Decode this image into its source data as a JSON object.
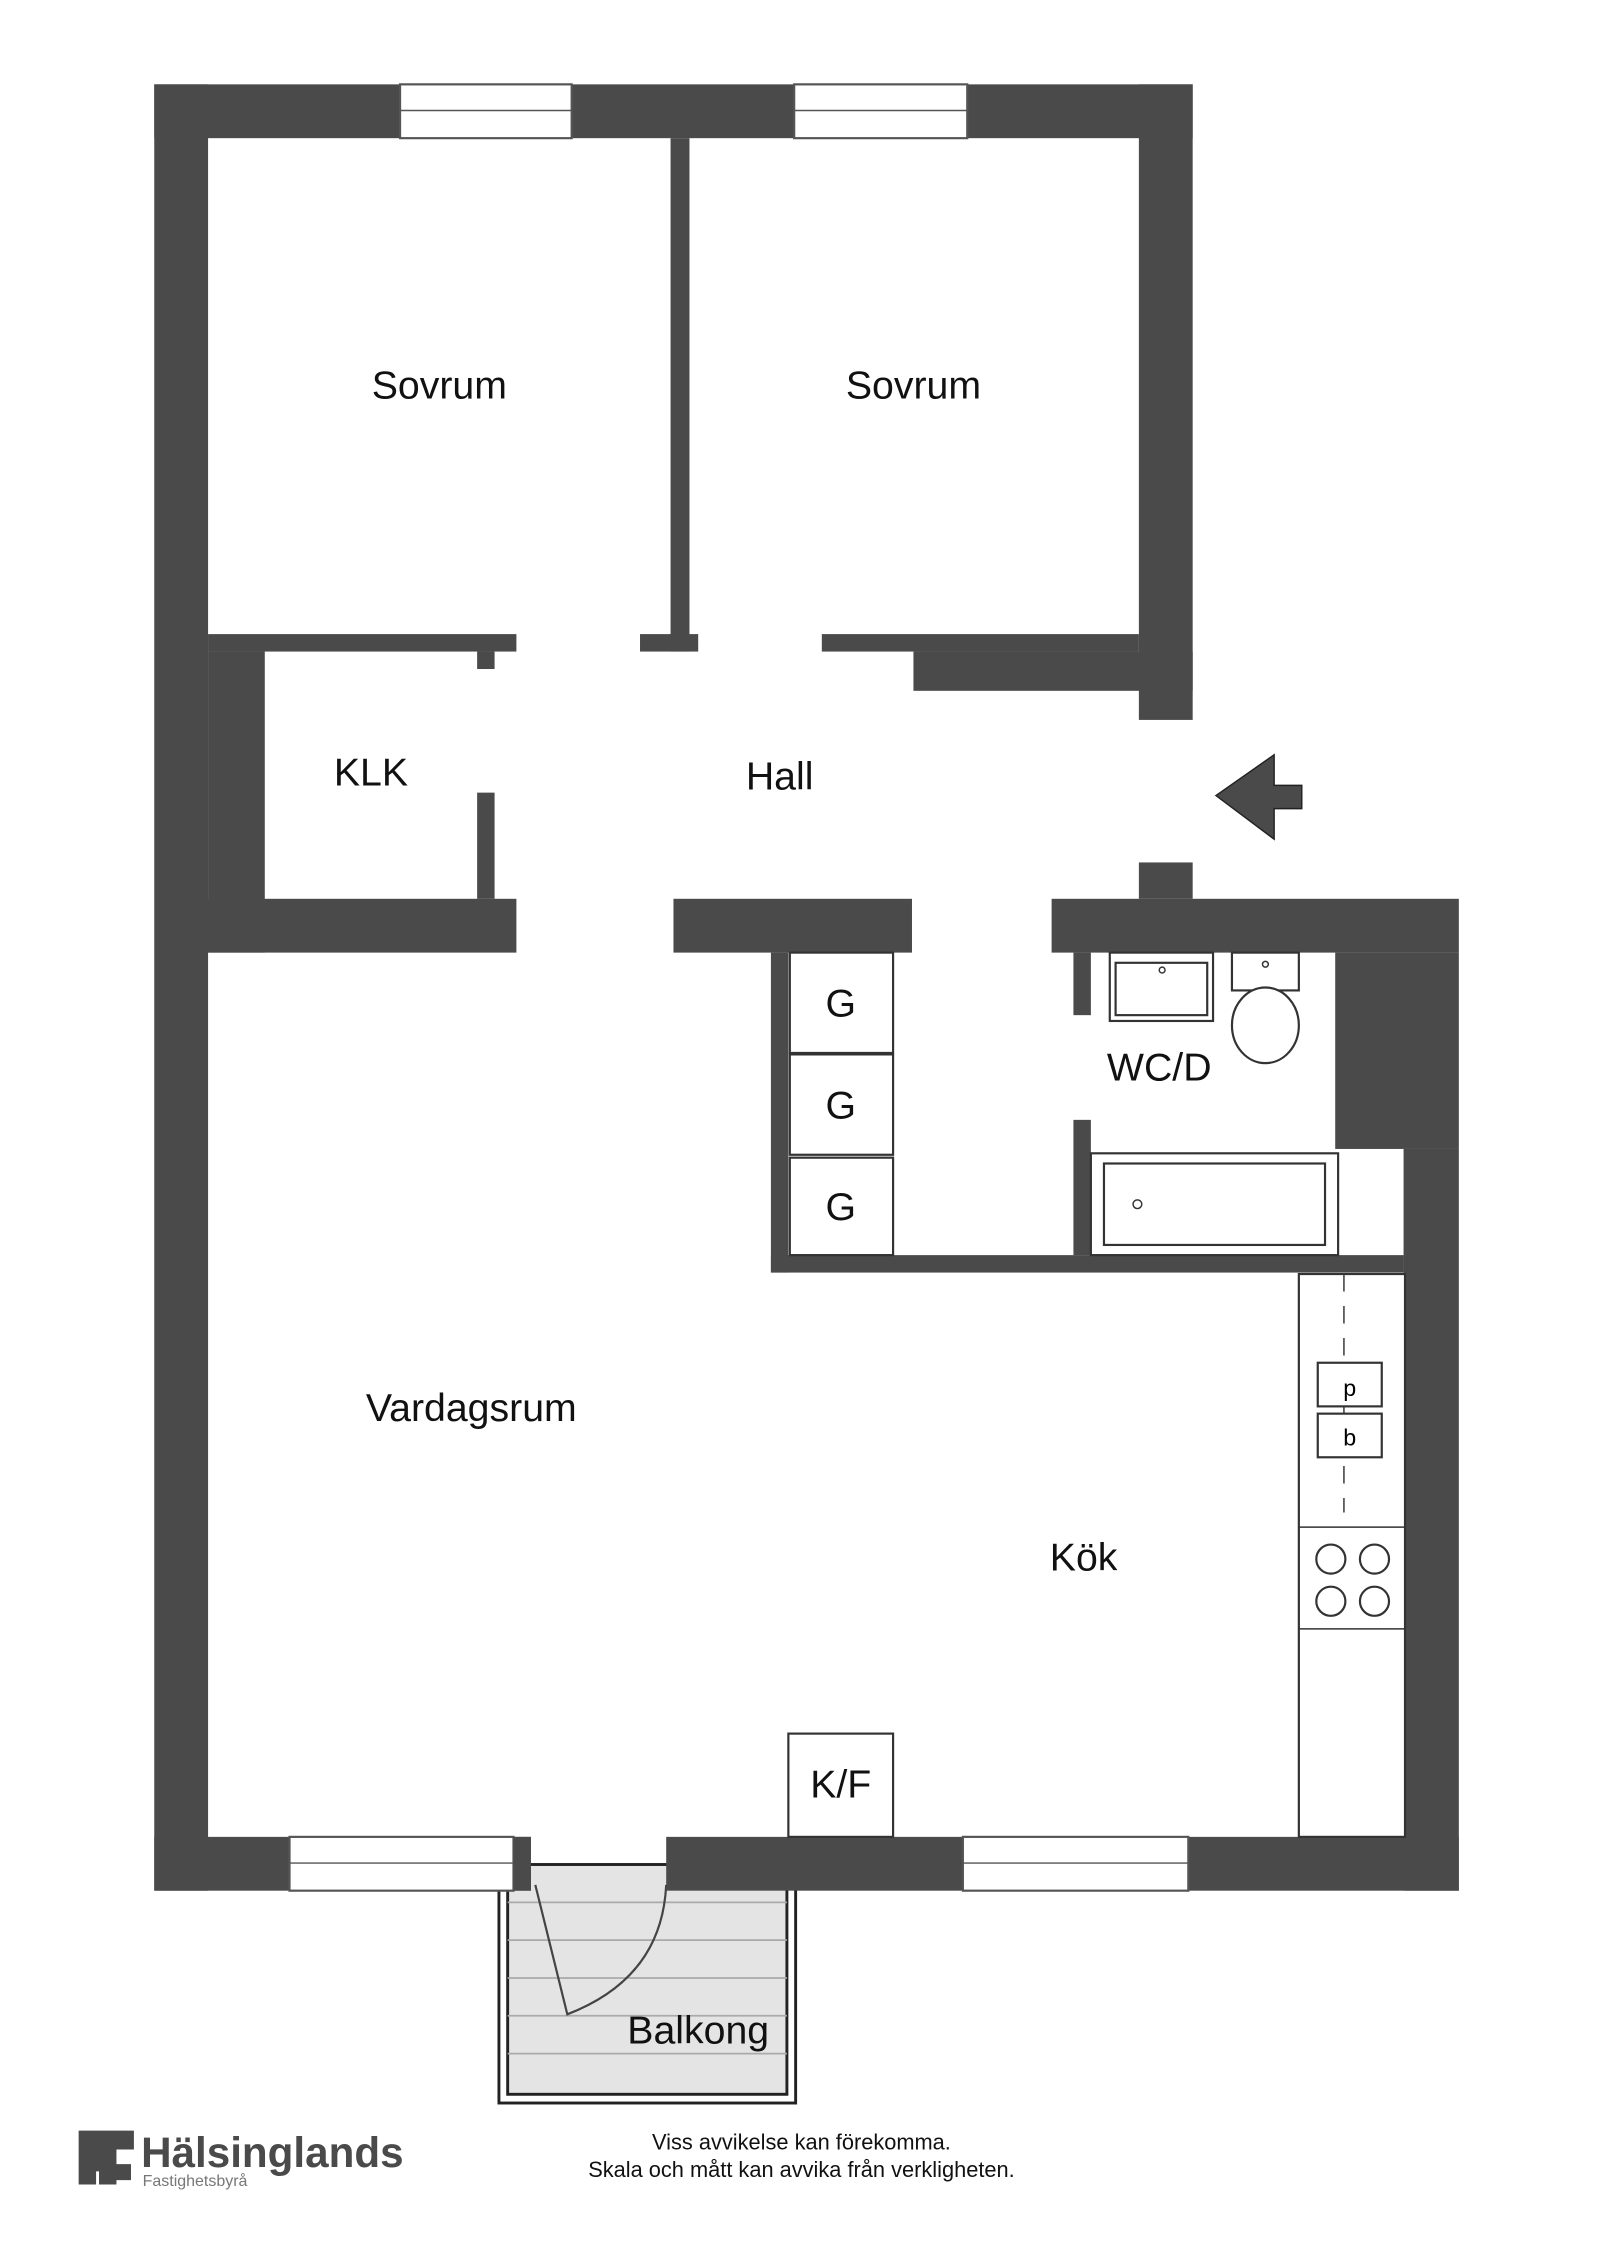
{
  "rooms": {
    "bedroom1": "Sovrum",
    "bedroom2": "Sovrum",
    "closet": "KLK",
    "hall": "Hall",
    "bathroom": "WC/D",
    "living": "Vardagsrum",
    "kitchen": "Kök",
    "balcony": "Balkong"
  },
  "fixtures": {
    "wardrobes": [
      "G",
      "G",
      "G"
    ],
    "fridge_freezer": "K/F"
  },
  "footer": {
    "brand_name": "Hälsinglands",
    "brand_sub": "Fastighetsbyrå",
    "disclaimer_line1": "Viss avvikelse kan förekomma.",
    "disclaimer_line2": "Skala och mått kan avvika från verkligheten."
  },
  "colors": {
    "wall": "#4a4a4a",
    "balcony": "#e4e4e4"
  }
}
